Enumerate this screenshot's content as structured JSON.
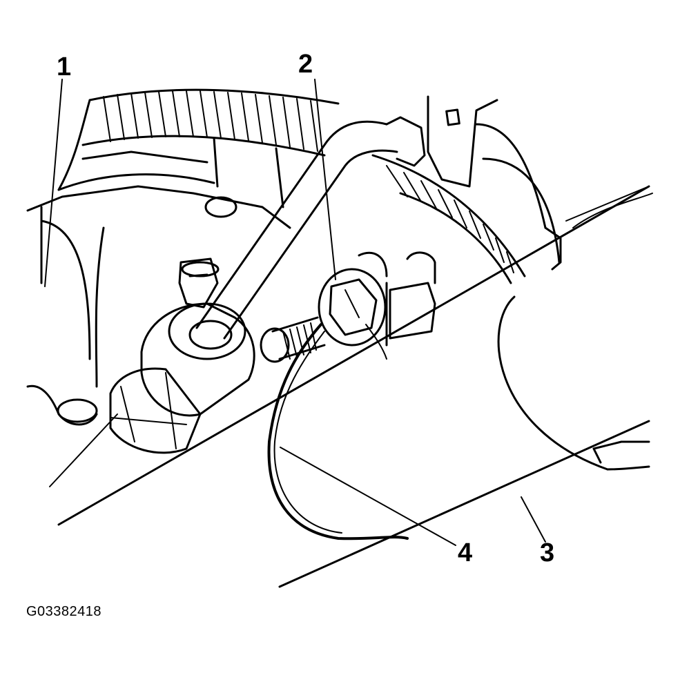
{
  "figure": {
    "callouts": [
      {
        "id": "1",
        "label": "1"
      },
      {
        "id": "2",
        "label": "2"
      },
      {
        "id": "3",
        "label": "3"
      },
      {
        "id": "4",
        "label": "4"
      }
    ],
    "figure_id": "G03382418"
  }
}
